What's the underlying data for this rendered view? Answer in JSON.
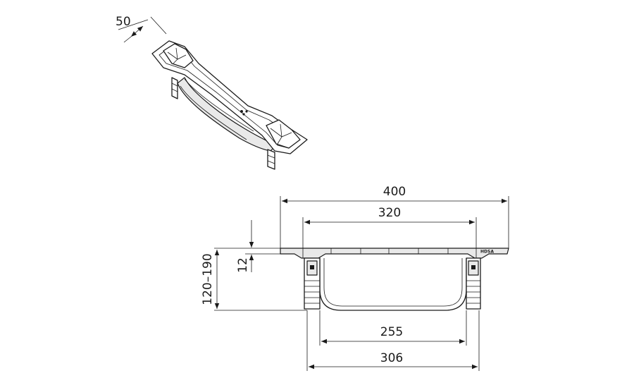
{
  "dimensions": {
    "width_top": "50",
    "overall_length": "400",
    "inner_length": "320",
    "grating_thickness": "12",
    "height_range": "120–190",
    "bottom_inner": "255",
    "bottom_outer": "306"
  },
  "logo": {
    "text": "HDSA"
  },
  "colors": {
    "line": "#1a1a1a",
    "background": "#ffffff",
    "fill": "#e9e9e9"
  }
}
